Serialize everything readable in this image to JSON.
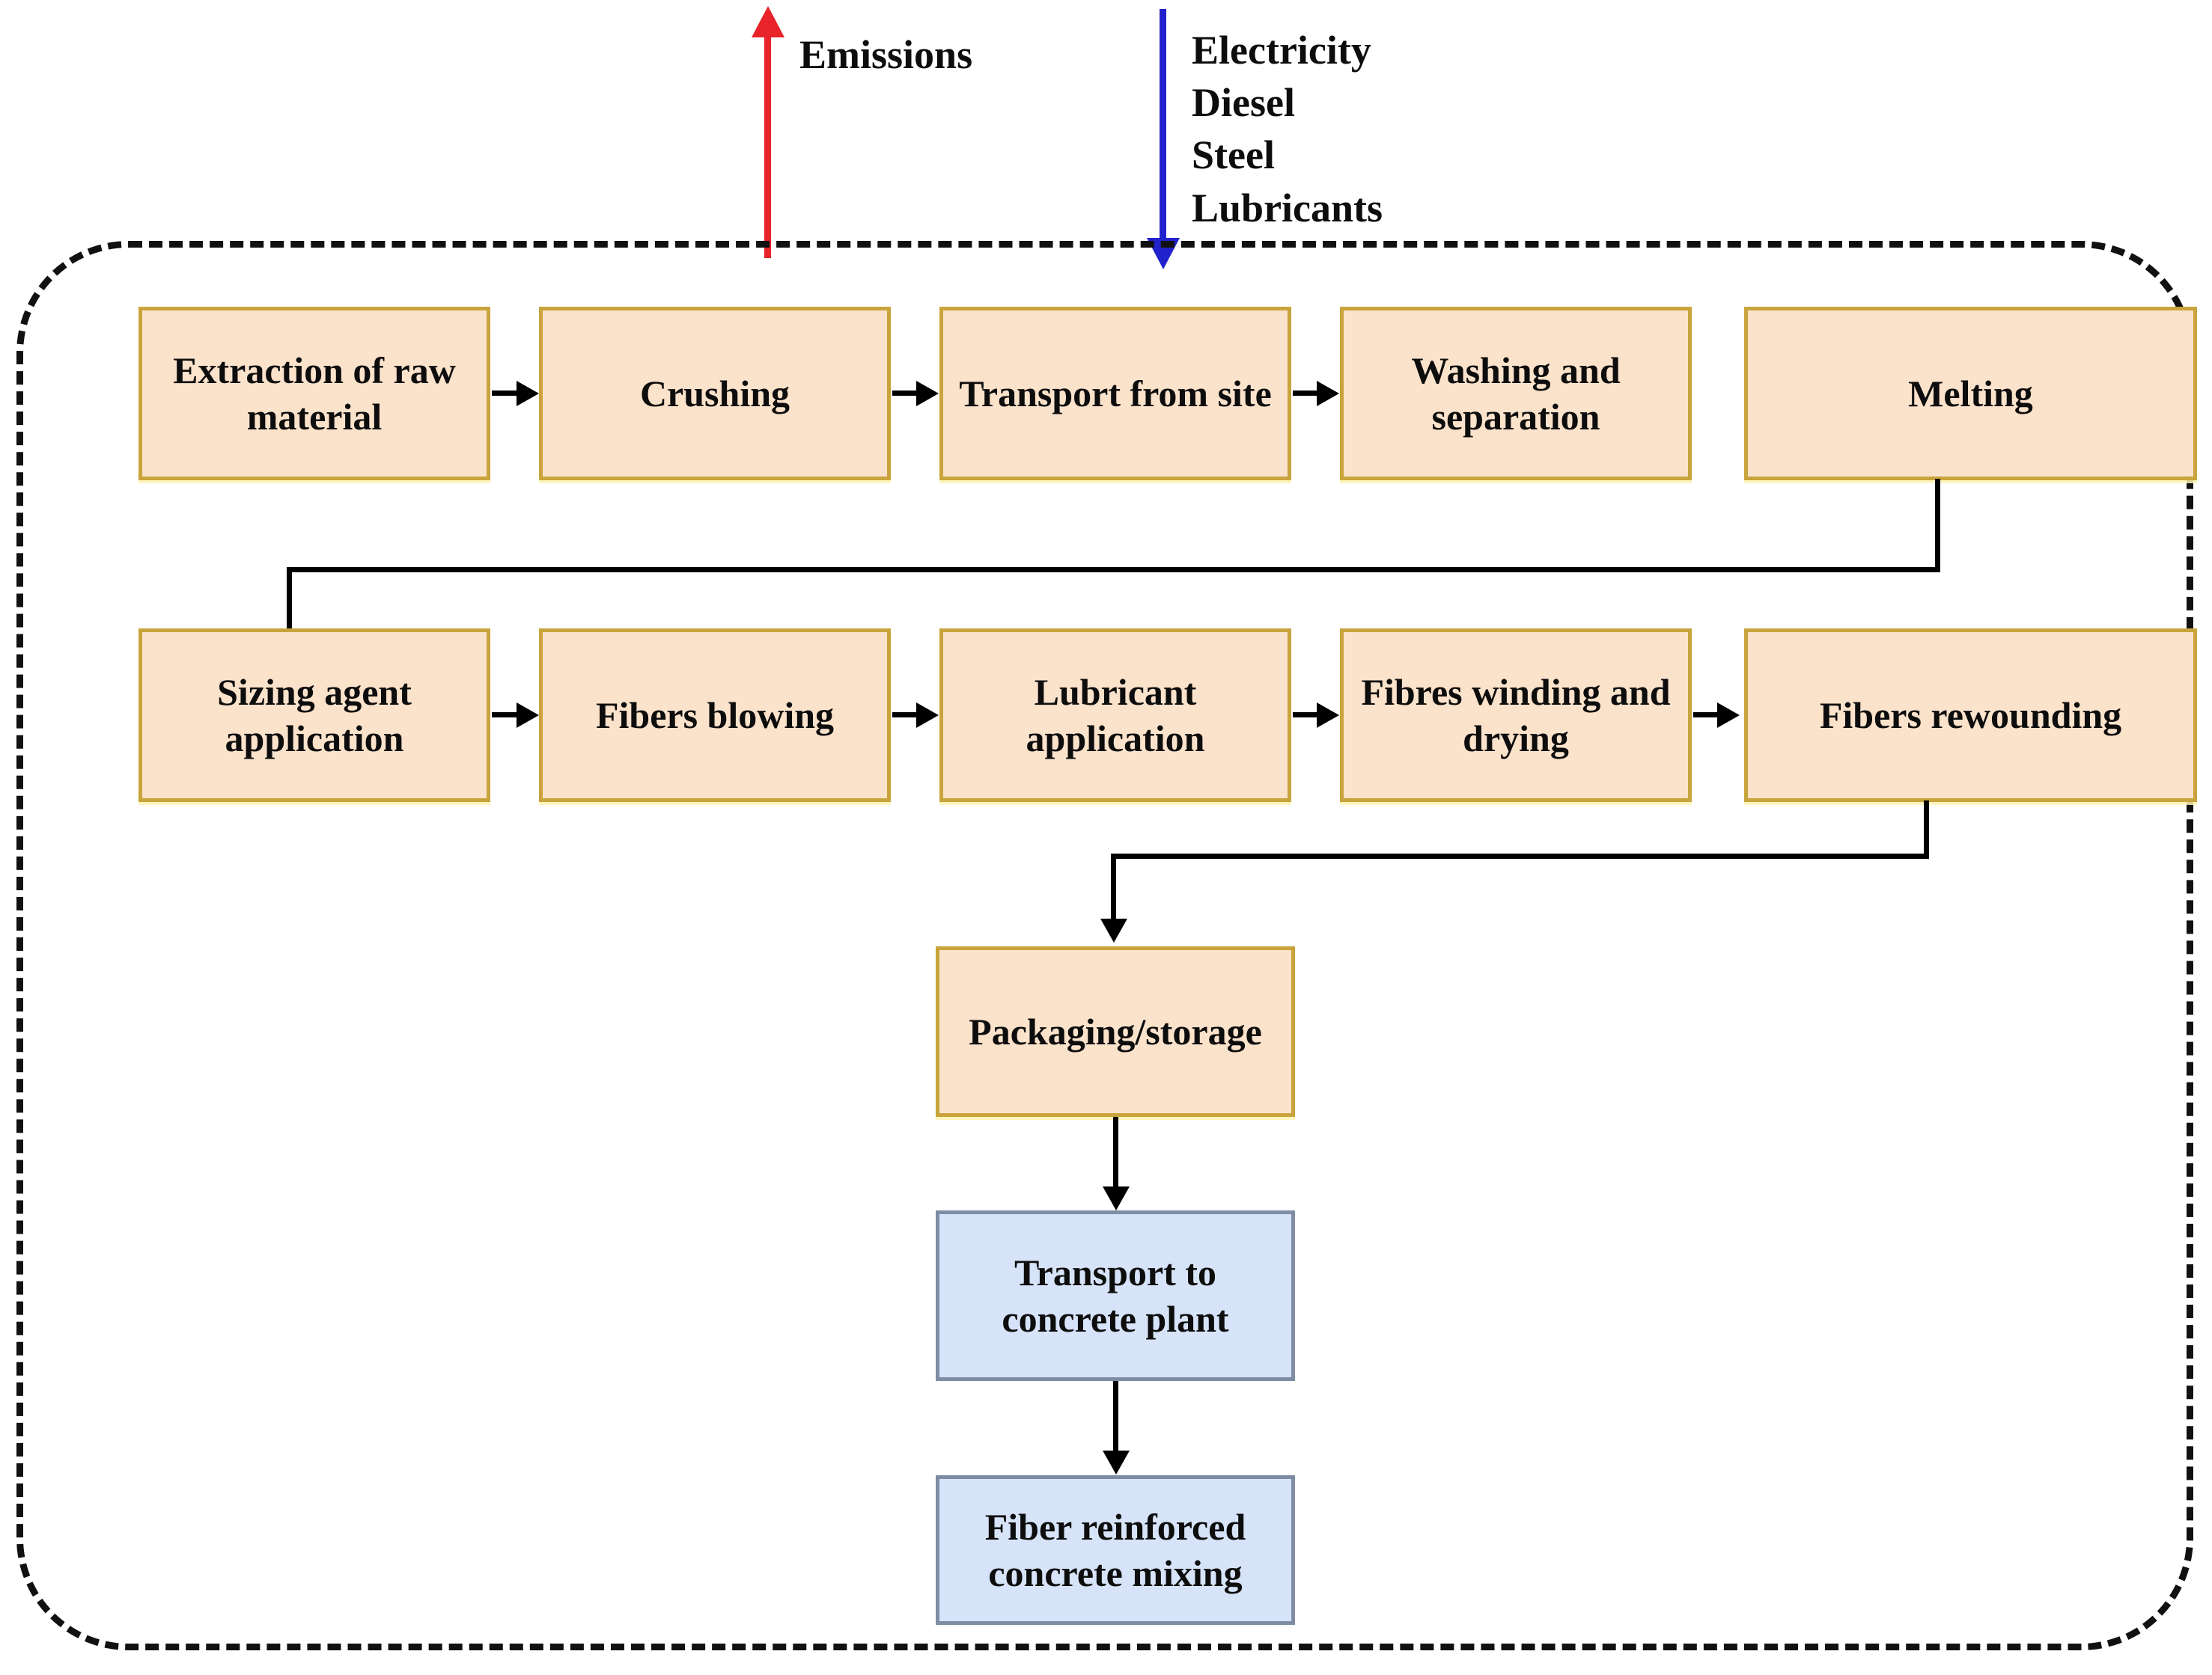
{
  "diagram": {
    "title": "Glass fiber production and fiber reinforced concrete system boundary flowchart",
    "boundary_label": "system-boundary",
    "colors": {
      "process_fill": "#fbe2cb",
      "process_border": "#c9a43c",
      "downstream_fill": "#d6e3f8",
      "downstream_border": "#7e8da4",
      "emissions_arrow": "#e8232a",
      "inputs_arrow": "#2222cc",
      "connector": "#000000",
      "boundary": "#111111"
    }
  },
  "flows": {
    "emissions": {
      "label": "Emissions",
      "direction": "up",
      "color": "#e8232a"
    },
    "inputs": {
      "label": "Electricity\nDiesel\nSteel\nLubricants",
      "items": [
        "Electricity",
        "Diesel",
        "Steel",
        "Lubricants"
      ],
      "direction": "down",
      "color": "#2222cc"
    }
  },
  "rows": {
    "row1": [
      {
        "id": "extraction",
        "label": "Extraction of raw\nmaterial",
        "type": "process"
      },
      {
        "id": "crushing",
        "label": "Crushing",
        "type": "process"
      },
      {
        "id": "transport-site",
        "label": "Transport from site",
        "type": "process"
      },
      {
        "id": "washing",
        "label": "Washing and\nseparation",
        "type": "process"
      },
      {
        "id": "melting",
        "label": "Melting",
        "type": "process"
      }
    ],
    "row2": [
      {
        "id": "sizing",
        "label": "Sizing agent\napplication",
        "type": "process"
      },
      {
        "id": "blowing",
        "label": "Fibers blowing",
        "type": "process"
      },
      {
        "id": "lubricant",
        "label": "Lubricant\napplication",
        "type": "process"
      },
      {
        "id": "winding",
        "label": "Fibres winding and\ndrying",
        "type": "process"
      },
      {
        "id": "rewounding",
        "label": "Fibers rewounding",
        "type": "process"
      }
    ],
    "row3": [
      {
        "id": "packaging",
        "label": "Packaging/storage",
        "type": "process"
      },
      {
        "id": "transport-plant",
        "label": "Transport to\nconcrete plant",
        "type": "downstream"
      },
      {
        "id": "mixing",
        "label": "Fiber reinforced\nconcrete mixing",
        "type": "downstream"
      }
    ]
  }
}
